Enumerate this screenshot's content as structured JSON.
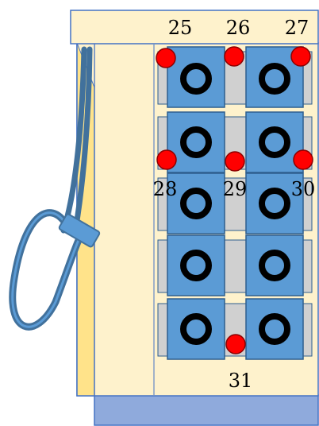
{
  "labels": {
    "n25": "25",
    "n26": "26",
    "n27": "27",
    "n28": "28",
    "n29": "29",
    "n30": "30",
    "n31": "31"
  },
  "colors": {
    "cabinet": "#fef2cc",
    "cabinet_border": "#4472c4",
    "side_strip": "#ffe38a",
    "base": "#8faadc",
    "module": "#5b9bd5",
    "module_border": "#2e5e8e",
    "rail": "#d0d0d0",
    "marker": "#ff0000",
    "cable": "#41719c"
  },
  "rows": 5,
  "columns": 2,
  "markers": [
    "25",
    "26",
    "27",
    "28",
    "29",
    "30",
    "31"
  ]
}
